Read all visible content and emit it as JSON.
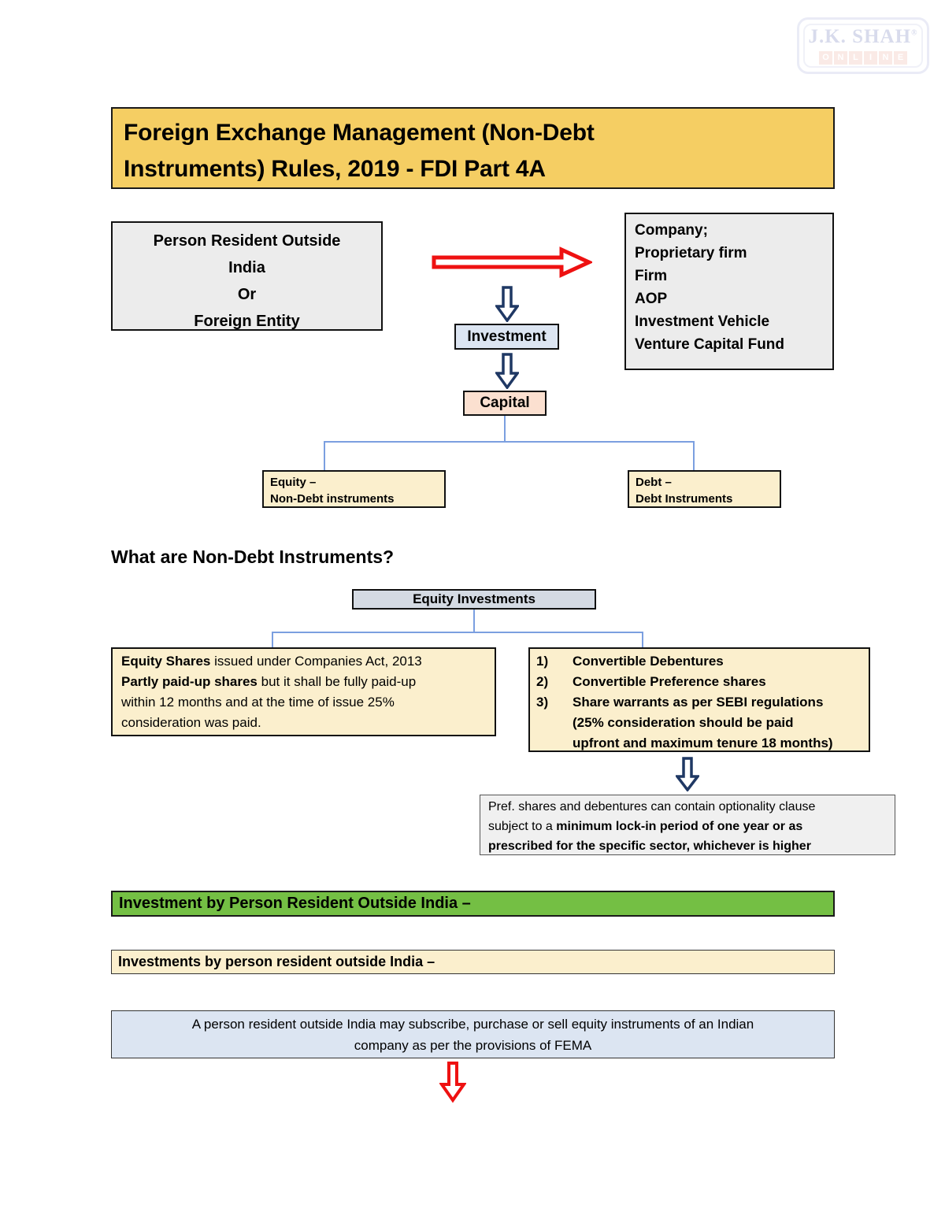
{
  "logo": {
    "top_text": "J.K. SHAH",
    "registered_mark": "®",
    "bottom_letters": [
      "O",
      "N",
      "L",
      "I",
      "N",
      "E"
    ]
  },
  "title": {
    "line1": "Foreign Exchange Management (Non-Debt",
    "line2": "Instruments) Rules, 2019 -  FDI Part 4A",
    "background_color": "#F5CE63"
  },
  "flow": {
    "left_party": {
      "line1": "Person Resident Outside",
      "line2": "India",
      "line3": "Or",
      "line4": "Foreign Entity"
    },
    "right_party": {
      "items": [
        "Company;",
        "Proprietary firm",
        "Firm",
        "AOP",
        "Investment Vehicle",
        "Venture Capital Fund"
      ]
    },
    "investment_label": "Investment",
    "capital_label": "Capital",
    "equity_leaf": {
      "line1": "Equity –",
      "line2": "Non-Debt instruments"
    },
    "debt_leaf": {
      "line1": "Debt –",
      "line2": "Debt Instruments"
    },
    "arrow_colors": {
      "horizontal_red": "#EE1111",
      "vertical_navy": "#1F3864",
      "connector_blue": "#7B9FE0"
    }
  },
  "section": {
    "question": "What are Non-Debt Instruments?",
    "equity_investments_label": "Equity Investments",
    "equity_shares_box": {
      "line1_bold": "Equity Shares",
      "line1_rest": " issued under Companies Act, 2013",
      "line2_bold": "Partly paid-up shares",
      "line2_rest": " but it shall be fully paid-up",
      "line3": "within 12 months and at the time of issue 25%",
      "line4": "consideration was paid."
    },
    "convertible_box": {
      "items": [
        {
          "num": "1)",
          "text": "Convertible Debentures"
        },
        {
          "num": "2)",
          "text": "Convertible Preference shares"
        },
        {
          "num": "3)",
          "text": "Share warrants as per SEBI regulations"
        }
      ],
      "continuation1": "(25% consideration should be paid",
      "continuation2": "upfront and maximum tenure 18 months)"
    },
    "pref_note": {
      "line1": "Pref. shares and debentures can contain optionality clause",
      "line2_normal": "subject to a ",
      "line2_bold": "minimum lock-in period of one year or as",
      "line3_bold": "prescribed for the specific sector, whichever is higher"
    }
  },
  "banners": {
    "green": {
      "text": "Investment by Person Resident Outside India –",
      "color": "#74BF44"
    },
    "cream": {
      "text": "Investments by person resident outside India –",
      "color": "#FBEFCD"
    },
    "blue_note": {
      "line1": "A person resident outside India may subscribe, purchase or sell equity instruments of an Indian",
      "line2": "company as per the provisions of FEMA",
      "color": "#DCE5F2"
    }
  }
}
